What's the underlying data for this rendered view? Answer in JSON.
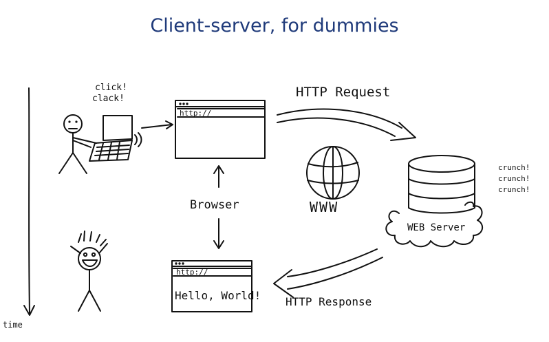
{
  "title": "Client-server, for dummies",
  "labels": {
    "click": "click!",
    "clack": "clack!",
    "http_request": "HTTP Request",
    "http_response": "HTTP Response",
    "browser": "Browser",
    "www": "WWW",
    "web_server": "WEB Server",
    "crunch1": "crunch!",
    "crunch2": "crunch!",
    "crunch3": "crunch!",
    "url_top": "http://",
    "url_bottom": "http://",
    "hello": "Hello, World!",
    "time": "time"
  }
}
